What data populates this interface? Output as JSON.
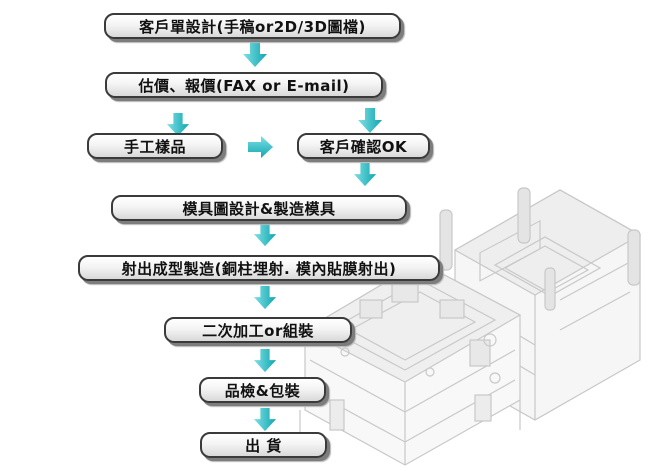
{
  "steps": {
    "s1": "客戶單設計(手稿or2D/3D圖檔)",
    "s2": "估價、報價(FAX or E-mail)",
    "s3": "手工樣品",
    "s4": "客戶確認OK",
    "s5": "模具圖設計&製造模具",
    "s6": "射出成型製造(銅柱埋射. 模內貼膜射出)",
    "s7": "二次加工or組裝",
    "s8": "品檢&包裝",
    "s9": "出 貨"
  },
  "colors": {
    "arrow_light": "#7fe0e6",
    "arrow_dark": "#10a6ae",
    "box_border": "#3a3a3a"
  },
  "illustration": "injection-mold-drawing"
}
